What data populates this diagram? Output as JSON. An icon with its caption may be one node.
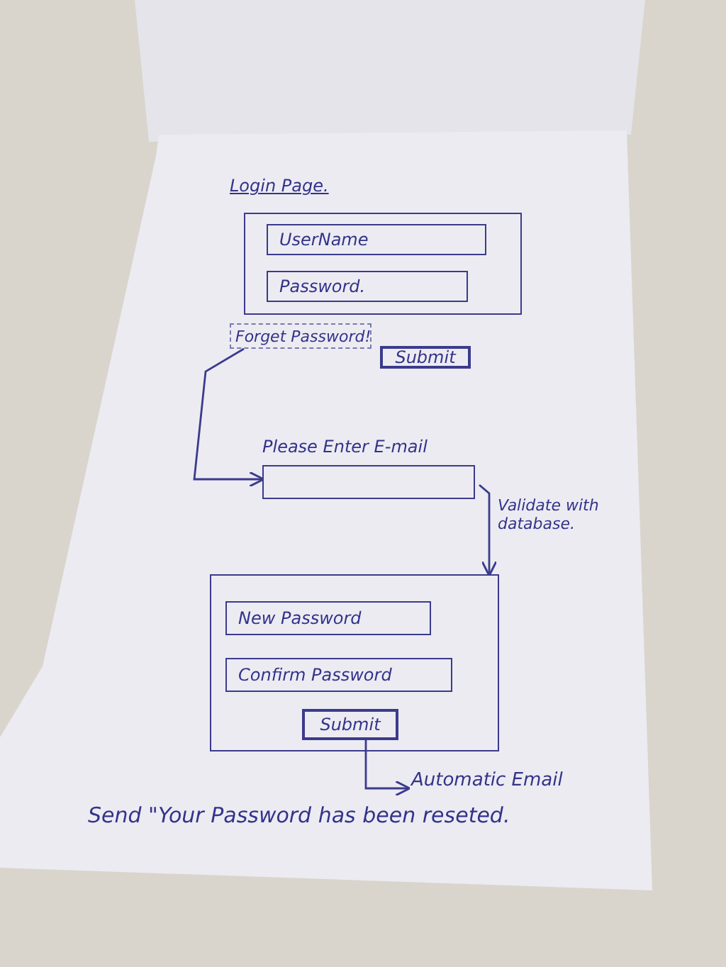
{
  "diagram": {
    "nodes": [
      {
        "text": [
          "Login Page."
        ]
      },
      {
        "text": [
          "UserName"
        ],
        "in": 0
      },
      {
        "text": [
          "Password."
        ],
        "in": 0
      },
      {
        "text": [
          "Forget Password!"
        ]
      },
      {
        "text": [
          "Submit"
        ]
      },
      {
        "text": [
          "Please Enter E-mail"
        ]
      },
      {
        "text": [],
        "shape": "box"
      },
      {
        "text": [
          "New Password"
        ],
        "in": 6
      },
      {
        "text": [
          "Confirm Password"
        ],
        "in": 6
      },
      {
        "text": [
          "Submit"
        ],
        "in": 6
      },
      {
        "text": [
          "Automatic Email"
        ]
      }
    ],
    "edges": [
      {
        "from": 3,
        "to": 5,
        "arrow": "to"
      },
      {
        "from": 5,
        "to": 6,
        "arrow": "to",
        "label": "Validate with database."
      },
      {
        "from": 9,
        "to": 10,
        "arrow": "to"
      }
    ],
    "labels": [
      "Send \"Your Password has been reseted."
    ]
  }
}
